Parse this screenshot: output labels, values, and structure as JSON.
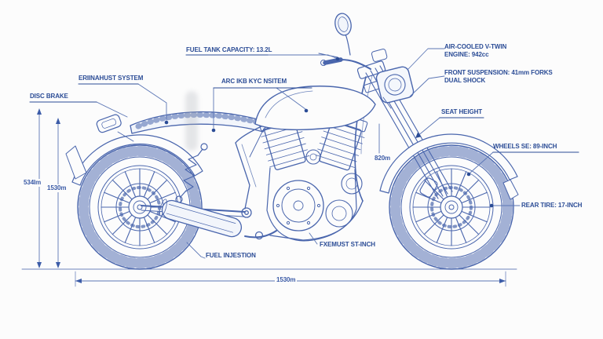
{
  "colors": {
    "line": "#4a66ad",
    "leader": "#5b76b5",
    "label_text": "#2b4c96",
    "dim_text": "#3a5aa6",
    "background": "#fcfcfc"
  },
  "labels": {
    "fuel_tank_capacity": "FUEL TANK CAPACITY: 13.2L",
    "engine_line1": "AIR-COOLED V-TWIN",
    "engine_line2": "ENGINE: 942cc",
    "front_suspension_line1": "FRONT SUSPENSION: 41mm FORKS",
    "front_suspension_line2": "DUAL SHOCK",
    "seat_height": "SEAT HEIGHT",
    "wheels": "WHEELS SE: 89-INCH",
    "rear_tire": "REAR TIRE: 17-INCH",
    "fuel_injection": "FUEL INJESTION",
    "front_exhaust": "FXEMUST ST-INCH",
    "exhaust_system": "ERIINAHUST SYSTEM",
    "disc_brake": "DISC BRAKE",
    "arc_system": "ARC IKB KYC NSITEM"
  },
  "dimensions": {
    "left_outer": "534Im",
    "left_inner": "1530m",
    "fork_height": "820m",
    "wheelbase": "1530m"
  }
}
